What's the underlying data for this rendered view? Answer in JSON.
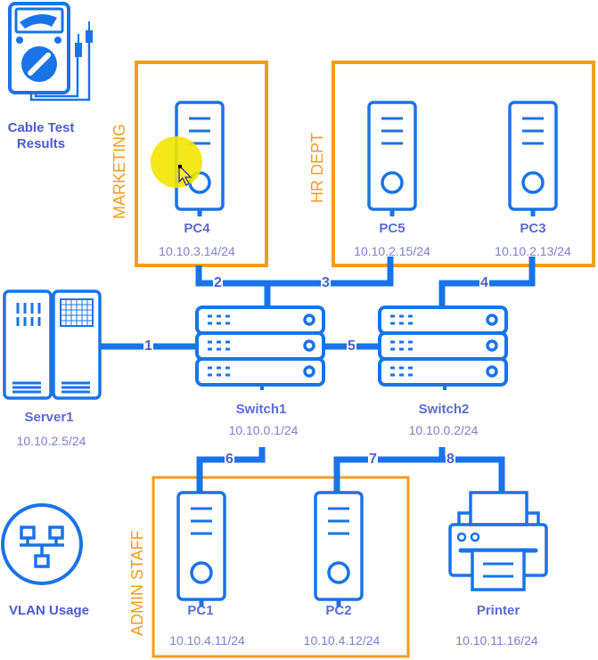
{
  "colors": {
    "accent_blue": "#1a73e8",
    "label_blue": "#5a6bd6",
    "ip_text": "#7a82cc",
    "dept_orange": "#f39c1f",
    "cursor_highlight": "#f2e600"
  },
  "tools": {
    "cable_test": {
      "label": "Cable Test Results",
      "line1": "Cable Test",
      "line2": "Results",
      "icon": "multimeter-icon"
    },
    "vlan_usage": {
      "label": "VLAN Usage",
      "icon": "network-topology-icon"
    }
  },
  "departments": {
    "marketing": "MARKETING",
    "hr": "HR DEPT",
    "admin": "ADMIN STAFF"
  },
  "devices": {
    "pc4": {
      "name": "PC4",
      "ip": "10.10.3.14/24"
    },
    "pc5": {
      "name": "PC5",
      "ip": "10.10.2.15/24"
    },
    "pc3": {
      "name": "PC3",
      "ip": "10.10.2.13/24"
    },
    "server1": {
      "name": "Server1",
      "ip": "10.10.2.5/24"
    },
    "switch1": {
      "name": "Switch1",
      "ip": "10.10.0.1/24"
    },
    "switch2": {
      "name": "Switch2",
      "ip": "10.10.0.2/24"
    },
    "pc1": {
      "name": "PC1",
      "ip": "10.10.4.11/24"
    },
    "pc2": {
      "name": "PC2",
      "ip": "10.10.4.12/24"
    },
    "printer": {
      "name": "Printer",
      "ip": "10.10.11.16/24"
    }
  },
  "links": {
    "l1": "1",
    "l2": "2",
    "l3": "3",
    "l4": "4",
    "l5": "5",
    "l6": "6",
    "l7": "7",
    "l8": "8"
  }
}
